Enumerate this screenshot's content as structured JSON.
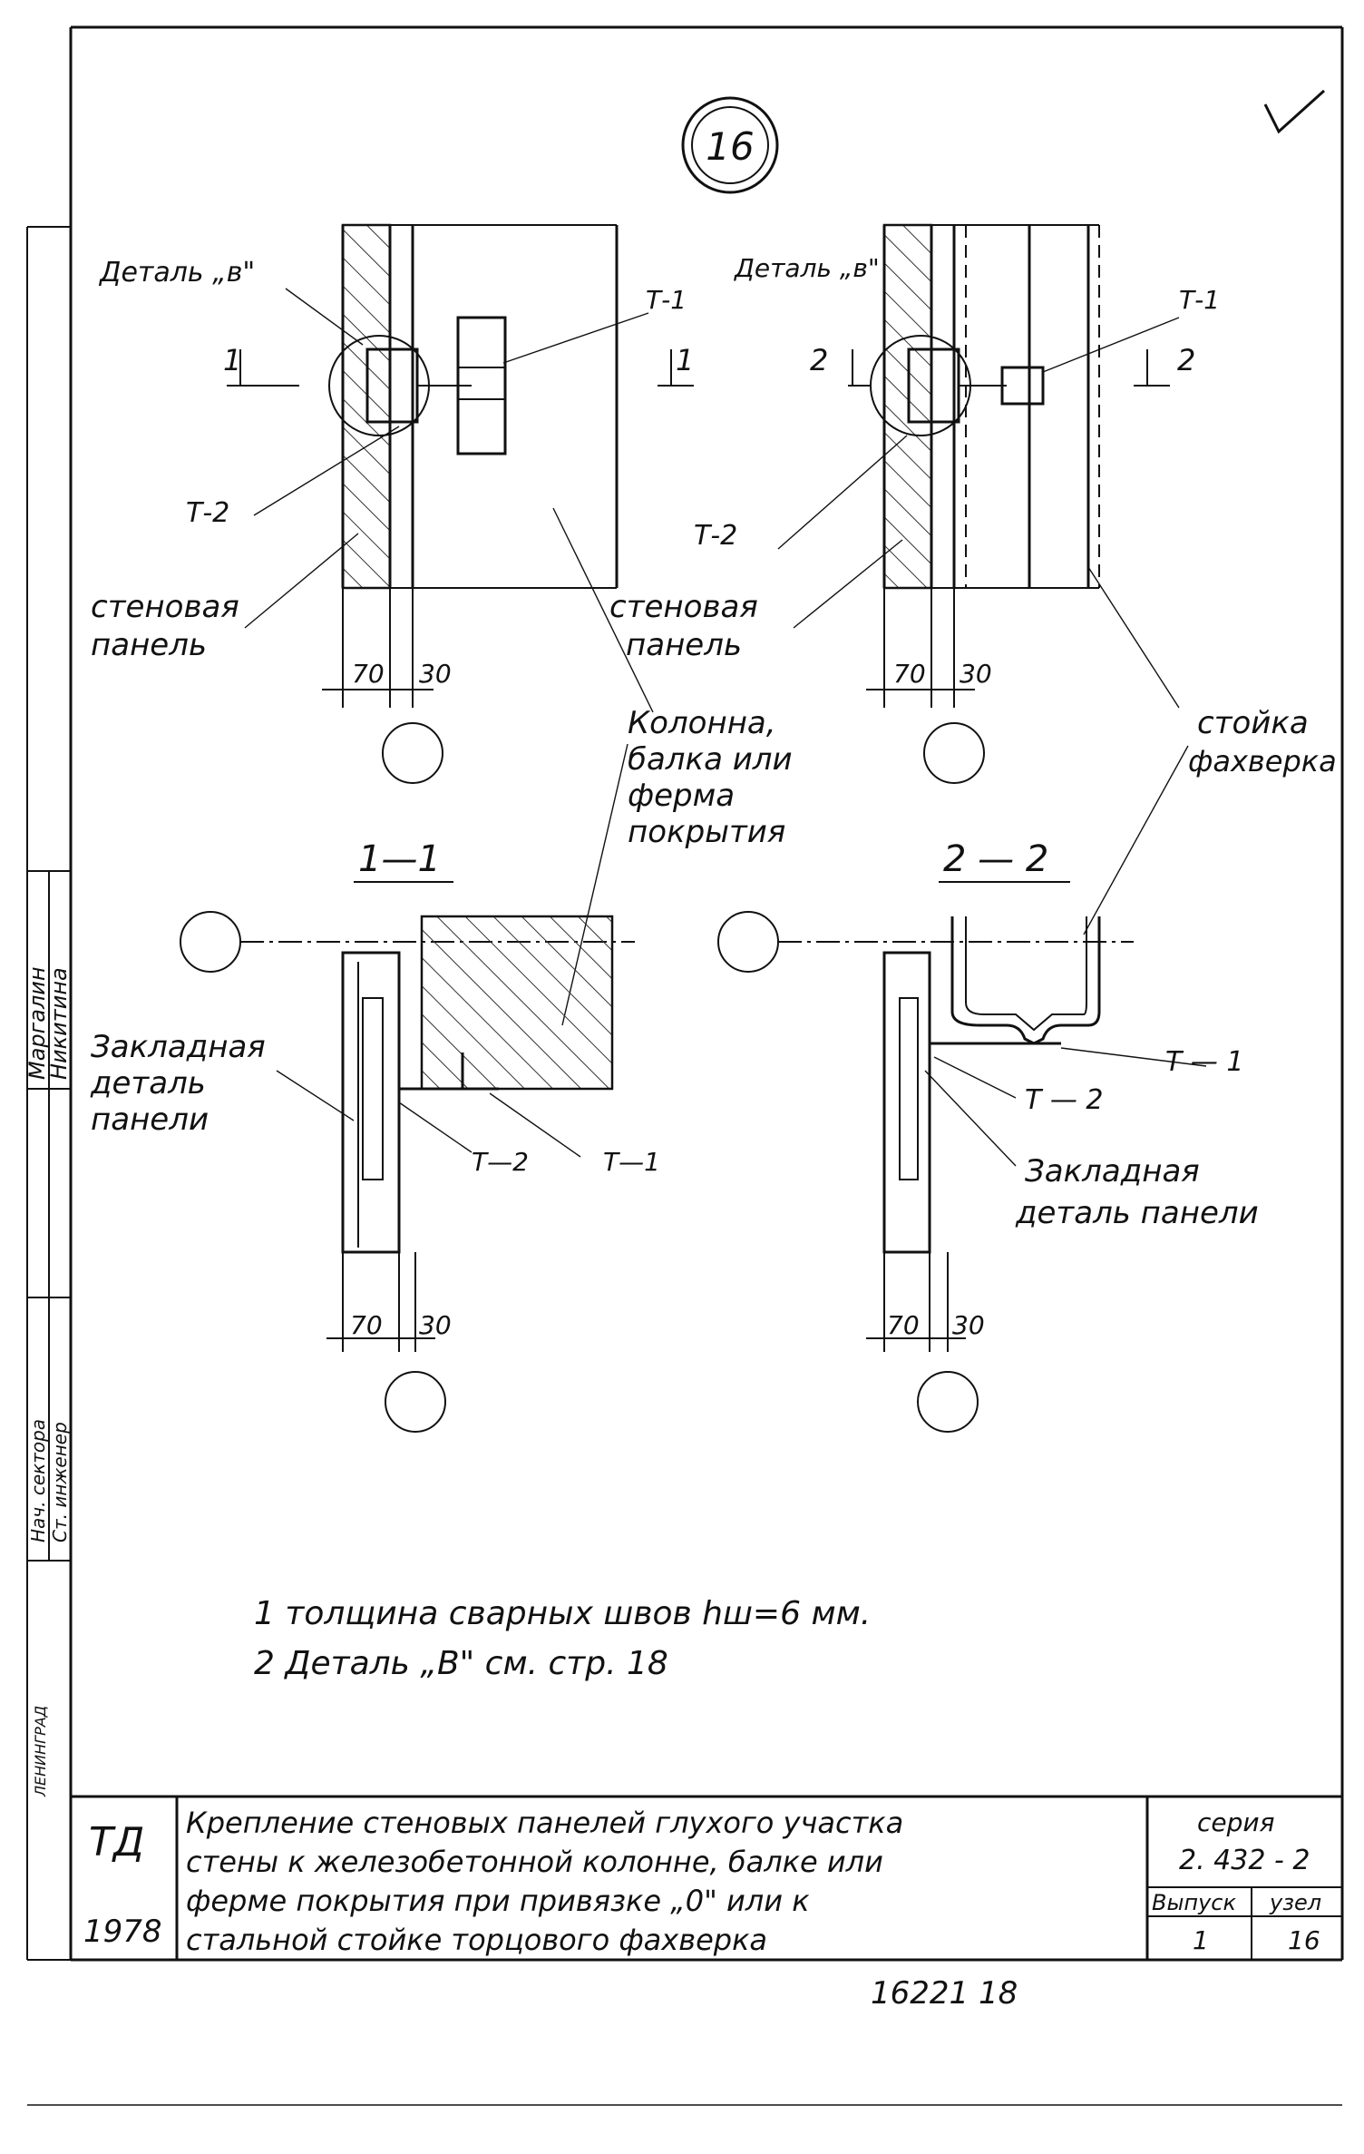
{
  "sheet_number": "16",
  "top_left": {
    "detail_label": "Деталь „в\"",
    "section_mark": "1",
    "section_mark_right": "1",
    "weld_top": "Т-1",
    "weld_bottom": "Т-2",
    "panel_label_line1": "стеновая",
    "panel_label_line2": "панель",
    "dim_left": "70",
    "dim_right": "30"
  },
  "top_right": {
    "detail_label": "Деталь „в\"",
    "section_mark": "2",
    "section_mark_right": "2",
    "weld_top": "Т-1",
    "weld_bottom": "Т-2",
    "panel_label_line1": "стеновая",
    "panel_label_line2": "панель",
    "dim_left": "70",
    "dim_right": "30"
  },
  "callouts": {
    "column_line1": "Колонна,",
    "column_line2": "балка или",
    "column_line3": "ферма",
    "column_line4": "покрытия",
    "post_line1": "стойка",
    "post_line2": "фахверка"
  },
  "section_1": {
    "title": "1—1",
    "embed_line1": "Закладная",
    "embed_line2": "деталь",
    "embed_line3": "панели",
    "weld_a": "Т—2",
    "weld_b": "Т—1",
    "dim_left": "70",
    "dim_right": "30"
  },
  "section_2": {
    "title": "2 — 2",
    "weld_a": "Т — 1",
    "weld_b": "Т — 2",
    "embed_line1": "Закладная",
    "embed_line2": "деталь панели",
    "dim_left": "70",
    "dim_right": "30"
  },
  "notes": {
    "line1": "1  толщина сварных швов  hш=6 мм.",
    "line2": "2  Деталь  „В\"  см. стр. 18"
  },
  "side_stamp": {
    "role_1": "Нач. сектора",
    "role_2": "Ст. инженер",
    "name_1": "Маргалин",
    "name_2": "Никитина",
    "city": "ЛЕНИНГРАД"
  },
  "title_block": {
    "org": "ТД",
    "year": "1978",
    "desc_line1": "Крепление стеновых панелей глухого участка",
    "desc_line2": "стены к железобетонной колонне, балке или",
    "desc_line3": "ферме покрытия при привязке „0\" или к",
    "desc_line4": "стальной стойке торцового фахверка",
    "series_label": "серия",
    "series_value": "2. 432 - 2",
    "issue_label": "Выпуск",
    "issue_value": "1",
    "node_label": "узел",
    "node_value": "16"
  },
  "footer_code": "16221   18"
}
